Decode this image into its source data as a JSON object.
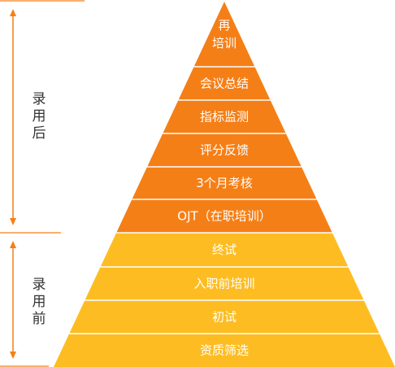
{
  "colors": {
    "after_tier": "#f57f17",
    "before_tier": "#fdbd22",
    "separator": "#ffffff",
    "arrow": "#f57f17",
    "side_text": "#333333"
  },
  "groups": {
    "after": {
      "label_lines": [
        "录",
        "用",
        "后"
      ]
    },
    "before": {
      "label_lines": [
        "录",
        "用",
        "前"
      ]
    }
  },
  "tiers": [
    {
      "lines": [
        "再",
        "培训"
      ],
      "group": "after"
    },
    {
      "lines": [
        "会议总结"
      ],
      "group": "after"
    },
    {
      "lines": [
        "指标监测"
      ],
      "group": "after"
    },
    {
      "lines": [
        "评分反馈"
      ],
      "group": "after"
    },
    {
      "lines": [
        "3个月考核"
      ],
      "group": "after"
    },
    {
      "lines": [
        "OJT（在职培训）"
      ],
      "group": "after"
    },
    {
      "lines": [
        "终试"
      ],
      "group": "before"
    },
    {
      "lines": [
        "入职前培训"
      ],
      "group": "before"
    },
    {
      "lines": [
        "初试"
      ],
      "group": "before"
    },
    {
      "lines": [
        "资质筛选"
      ],
      "group": "before"
    }
  ]
}
